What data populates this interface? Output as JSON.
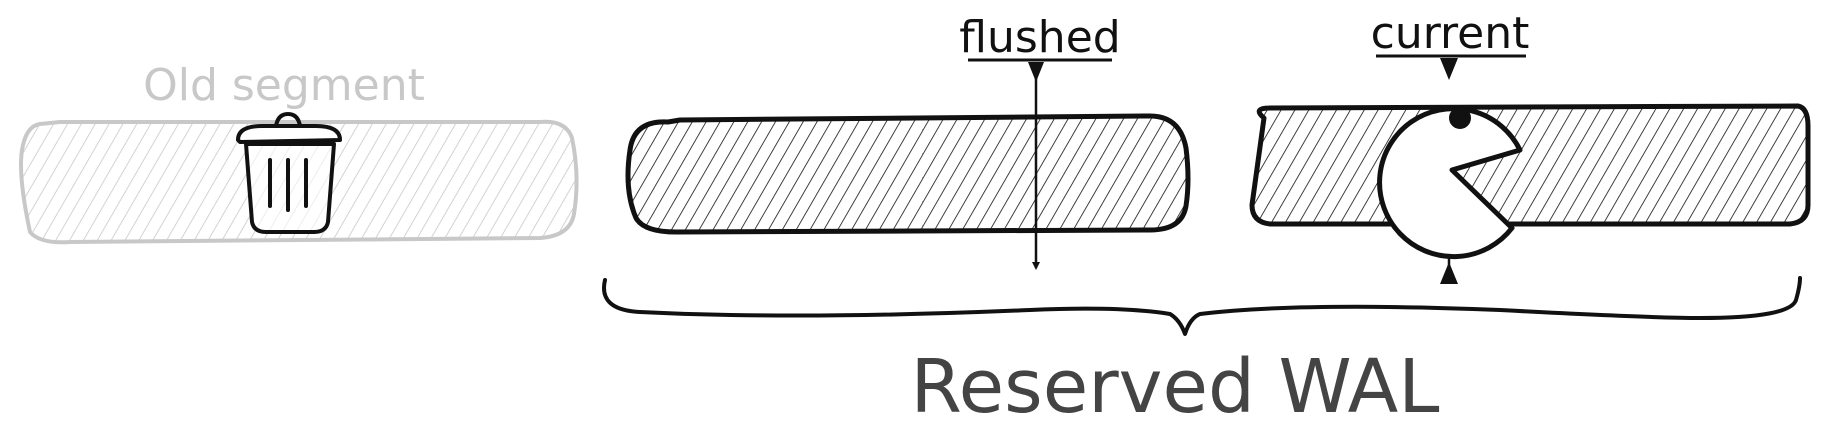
{
  "labels": {
    "old_segment": "Old segment",
    "flushed": "flushed",
    "current": "current",
    "reserved": "Reserved WAL"
  },
  "colors": {
    "ink": "#111111",
    "faded": "#c8c8c8",
    "reserved_text": "#444444",
    "background": "#ffffff"
  },
  "icons": {
    "trash": "trash-icon",
    "pacman": "pacman-icon"
  }
}
